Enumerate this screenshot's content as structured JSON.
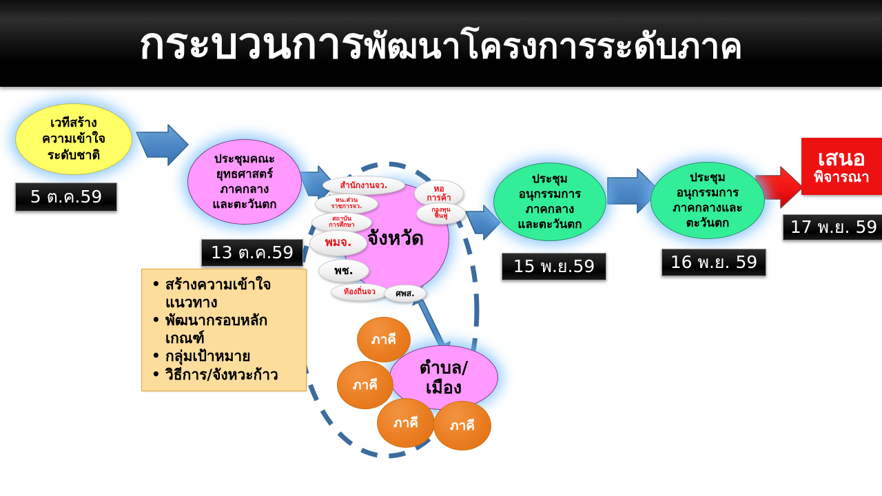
{
  "header": {
    "title_main": "กระบวนการ",
    "title_sub": "พัฒนาโครงการระดับภาค"
  },
  "nodes": {
    "national_forum": {
      "label": "เวทีสร้าง\nความเข้าใจ\nระดับชาติ",
      "line1": "เวทีสร้าง",
      "line2": "ความเข้าใจ",
      "line3": "ระดับชาติ",
      "date": "5 ต.ค.59",
      "color": "#ffff66"
    },
    "strategy_meeting": {
      "line1": "ประชุมคณะ",
      "line2": "ยุทธศาสตร์",
      "line3": "ภาคกลาง",
      "line4": "และตะวันตก",
      "date": "13 ต.ค.59",
      "color": "#ff99ff"
    },
    "subcommittee_1": {
      "line1": "ประชุม",
      "line2": "อนุกรรมการ",
      "line3": "ภาคกลาง",
      "line4": "และตะวันตก",
      "date": "15 พ.ย.59",
      "color": "#33ee99"
    },
    "subcommittee_2": {
      "line1": "ประชุม",
      "line2": "อนุกรรมการ",
      "line3": "ภาคกลางและ",
      "line4": "ตะวันตก",
      "date": "16 พ.ย. 59",
      "color": "#33ee99"
    },
    "proposal": {
      "line1": "เสนอ",
      "line2": "พิจารณา",
      "date": "17 พ.ย. 59",
      "color": "#ee1111"
    },
    "province_hub": {
      "label": "จังหวัด",
      "color": "#ff99ff"
    },
    "tambon_hub": {
      "line1": "ตำบล/",
      "line2": "เมือง",
      "color": "#ff99ff"
    }
  },
  "province_partners": [
    {
      "label": "สำนักงานจว.",
      "color": "#e8131b"
    },
    {
      "label_line1": "หน.ส่วน",
      "label_line2": "ราชการจว.",
      "color": "#e8131b"
    },
    {
      "label_line1": "สถาบัน",
      "label_line2": "การศึกษา",
      "color": "#e8131b"
    },
    {
      "label": "พมจ.",
      "color": "#e8131b"
    },
    {
      "label": "พช.",
      "color": "#111111"
    },
    {
      "label": "ท้องถิ่นจว",
      "color": "#e8131b"
    },
    {
      "label": "ศพส.",
      "color": "#111111"
    },
    {
      "label_line1": "หอ",
      "label_line2": "การค้า",
      "color": "#e8131b"
    },
    {
      "label_line1": "กองทุน",
      "label_line2": "ฟื้นฟู",
      "color": "#e8131b"
    }
  ],
  "partner_circles": [
    {
      "label": "ภาคี"
    },
    {
      "label": "ภาคี"
    },
    {
      "label": "ภาคี"
    },
    {
      "label": "ภาคี"
    }
  ],
  "notes_box": {
    "items": [
      "สร้างความเข้าใจแนวทาง",
      "พัฒนากรอบหลักเกณฑ์",
      "กลุ่มเป้าหมาย",
      "วิธีการ/จังหวะก้าว"
    ]
  },
  "colors": {
    "arrow_blue": "#4a86c5",
    "arrow_red": "#ee1111",
    "dashed_oval": "#3c6b9e",
    "banner_bg": "#000000"
  }
}
